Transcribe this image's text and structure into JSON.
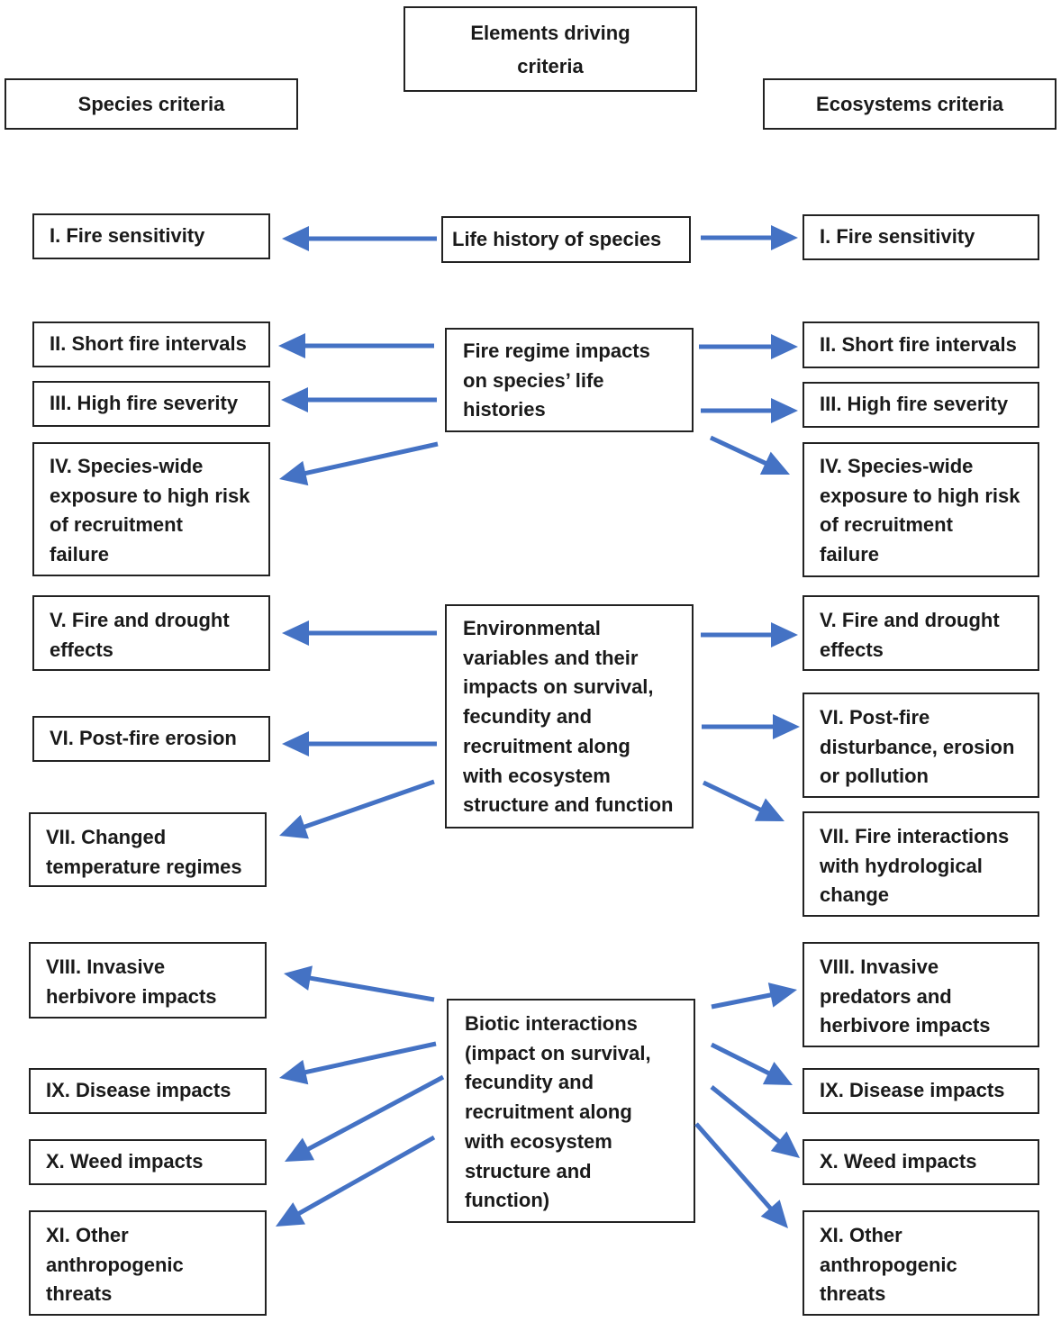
{
  "headers": {
    "driving": "Elements driving\ncriteria",
    "species": "Species criteria",
    "ecosystems": "Ecosystems criteria"
  },
  "drivers": {
    "life_history": "Life history of species",
    "fire_regime": "Fire regime impacts\non species’ life\nhistories",
    "environmental": "Environmental\nvariables and their\nimpacts on survival,\nfecundity and\nrecruitment along\nwith ecosystem\nstructure and function",
    "biotic": "Biotic interactions\n(impact on survival,\nfecundity and\nrecruitment along\nwith ecosystem\nstructure and\nfunction)"
  },
  "species_criteria": [
    "I. Fire sensitivity",
    "II. Short fire intervals",
    "III. High fire severity",
    "IV. Species-wide\nexposure to high risk\nof recruitment\nfailure",
    "V. Fire and drought\neffects",
    "VI. Post-fire erosion",
    "VII. Changed\ntemperature regimes",
    "VIII. Invasive\nherbivore impacts",
    "IX. Disease impacts",
    "X. Weed impacts",
    "XI. Other\nanthropogenic\nthreats"
  ],
  "ecosystem_criteria": [
    "I. Fire sensitivity",
    "II. Short fire intervals",
    "III. High fire severity",
    "IV. Species-wide\nexposure to high risk\nof recruitment\nfailure",
    "V. Fire and drought\neffects",
    "VI. Post-fire\ndisturbance, erosion\nor pollution",
    "VII. Fire interactions\nwith hydrological\nchange",
    "VIII. Invasive\npredators and\nherbivore impacts",
    "IX. Disease impacts",
    "X. Weed impacts",
    "XI. Other\nanthropogenic\nthreats"
  ],
  "colors": {
    "arrow": "#4472c4",
    "border": "#222222",
    "text": "#1a1a1a"
  }
}
